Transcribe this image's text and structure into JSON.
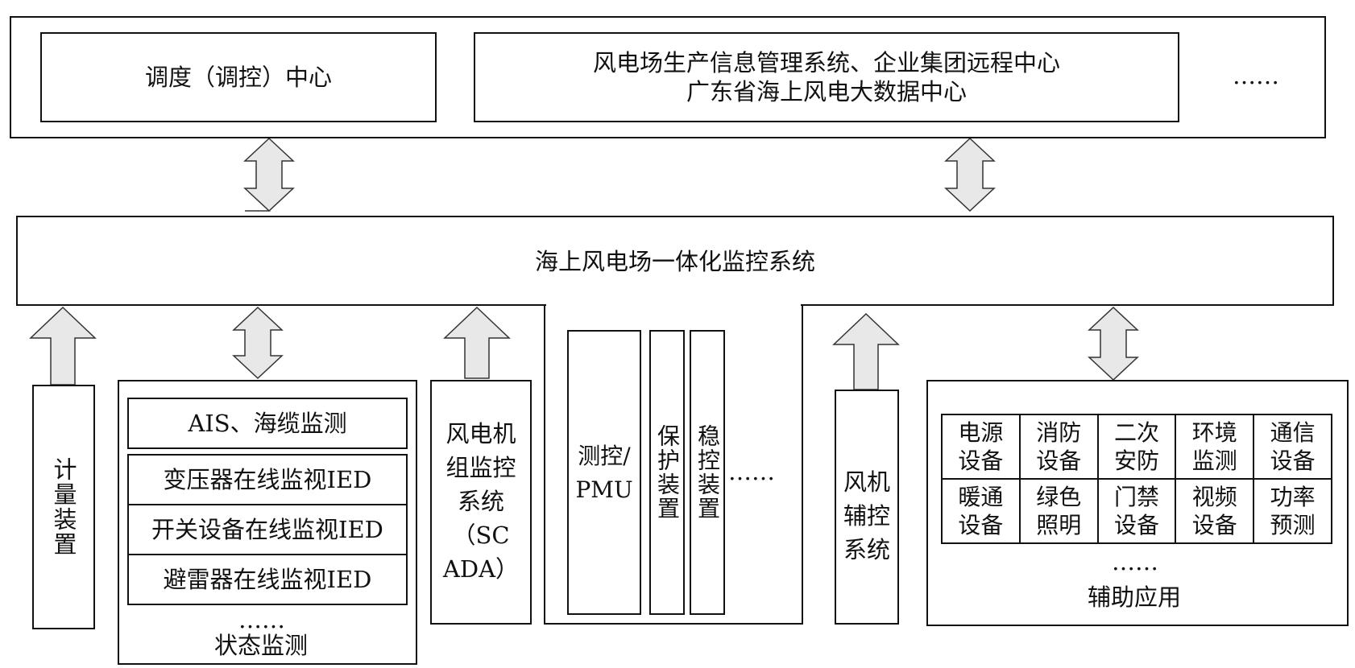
{
  "top": {
    "dispatch": "调度（调控）中心",
    "mgmt_line1": "风电场生产信息管理系统、企业集团远程中心",
    "mgmt_line2": "广东省海上风电大数据中心",
    "ellipsis": "……"
  },
  "platform": "海上风电场一体化监控系统",
  "meter": "计量装置",
  "condition": {
    "items": [
      "AIS、海缆监测",
      "变压器在线监视IED",
      "开关设备在线监视IED",
      "避雷器在线监视IED"
    ],
    "ellipsis": "……",
    "title": "状态监测"
  },
  "scada": {
    "line1": "风电机",
    "line2": "组监控",
    "line3": "系统",
    "line4": "（SC",
    "line5": "ADA）"
  },
  "substation": {
    "measure_line1": "测控/",
    "measure_line2": "PMU",
    "protection": "保护装置",
    "stability": "稳控装置",
    "ellipsis": "……"
  },
  "aux_control": {
    "line1": "风机",
    "line2": "辅控",
    "line3": "系统"
  },
  "aux_app": {
    "grid": [
      [
        "电源\n设备",
        "消防\n设备",
        "二次\n安防",
        "环境\n监测",
        "通信\n设备"
      ],
      [
        "暖通\n设备",
        "绿色\n照明",
        "门禁\n设备",
        "视频\n设备",
        "功率\n预测"
      ]
    ],
    "ellipsis": "……",
    "title": "辅助应用"
  }
}
